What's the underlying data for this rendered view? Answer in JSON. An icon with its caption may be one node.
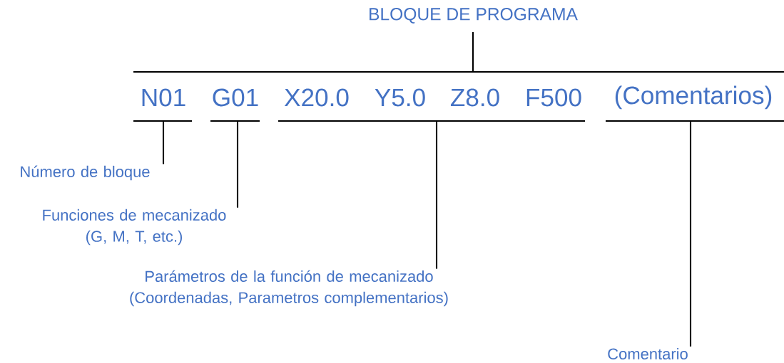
{
  "diagram": {
    "title": "BLOQUE DE PROGRAMA",
    "nodes": [
      {
        "text": [
          "Número de bloque"
        ]
      },
      {
        "text": [
          "Funciones de mecanizado (G, M, T, etc.)"
        ]
      },
      {
        "text": [
          "Parámetros de la función de mecanizado (Coordenadas, Parametros complementarios)"
        ]
      },
      {
        "text": [
          "Comentario"
        ]
      }
    ],
    "edges": [
      {
        "from": 0,
        "to": null,
        "arrow": "none"
      },
      {
        "from": 1,
        "to": null,
        "arrow": "none"
      },
      {
        "from": 2,
        "to": null,
        "arrow": "none"
      },
      {
        "from": 3,
        "to": null,
        "arrow": "none"
      }
    ],
    "labels": [
      "N01",
      "G01",
      "X20.0",
      "Y5.0",
      "Z8.0",
      "F500",
      "(Comentarios)"
    ]
  }
}
